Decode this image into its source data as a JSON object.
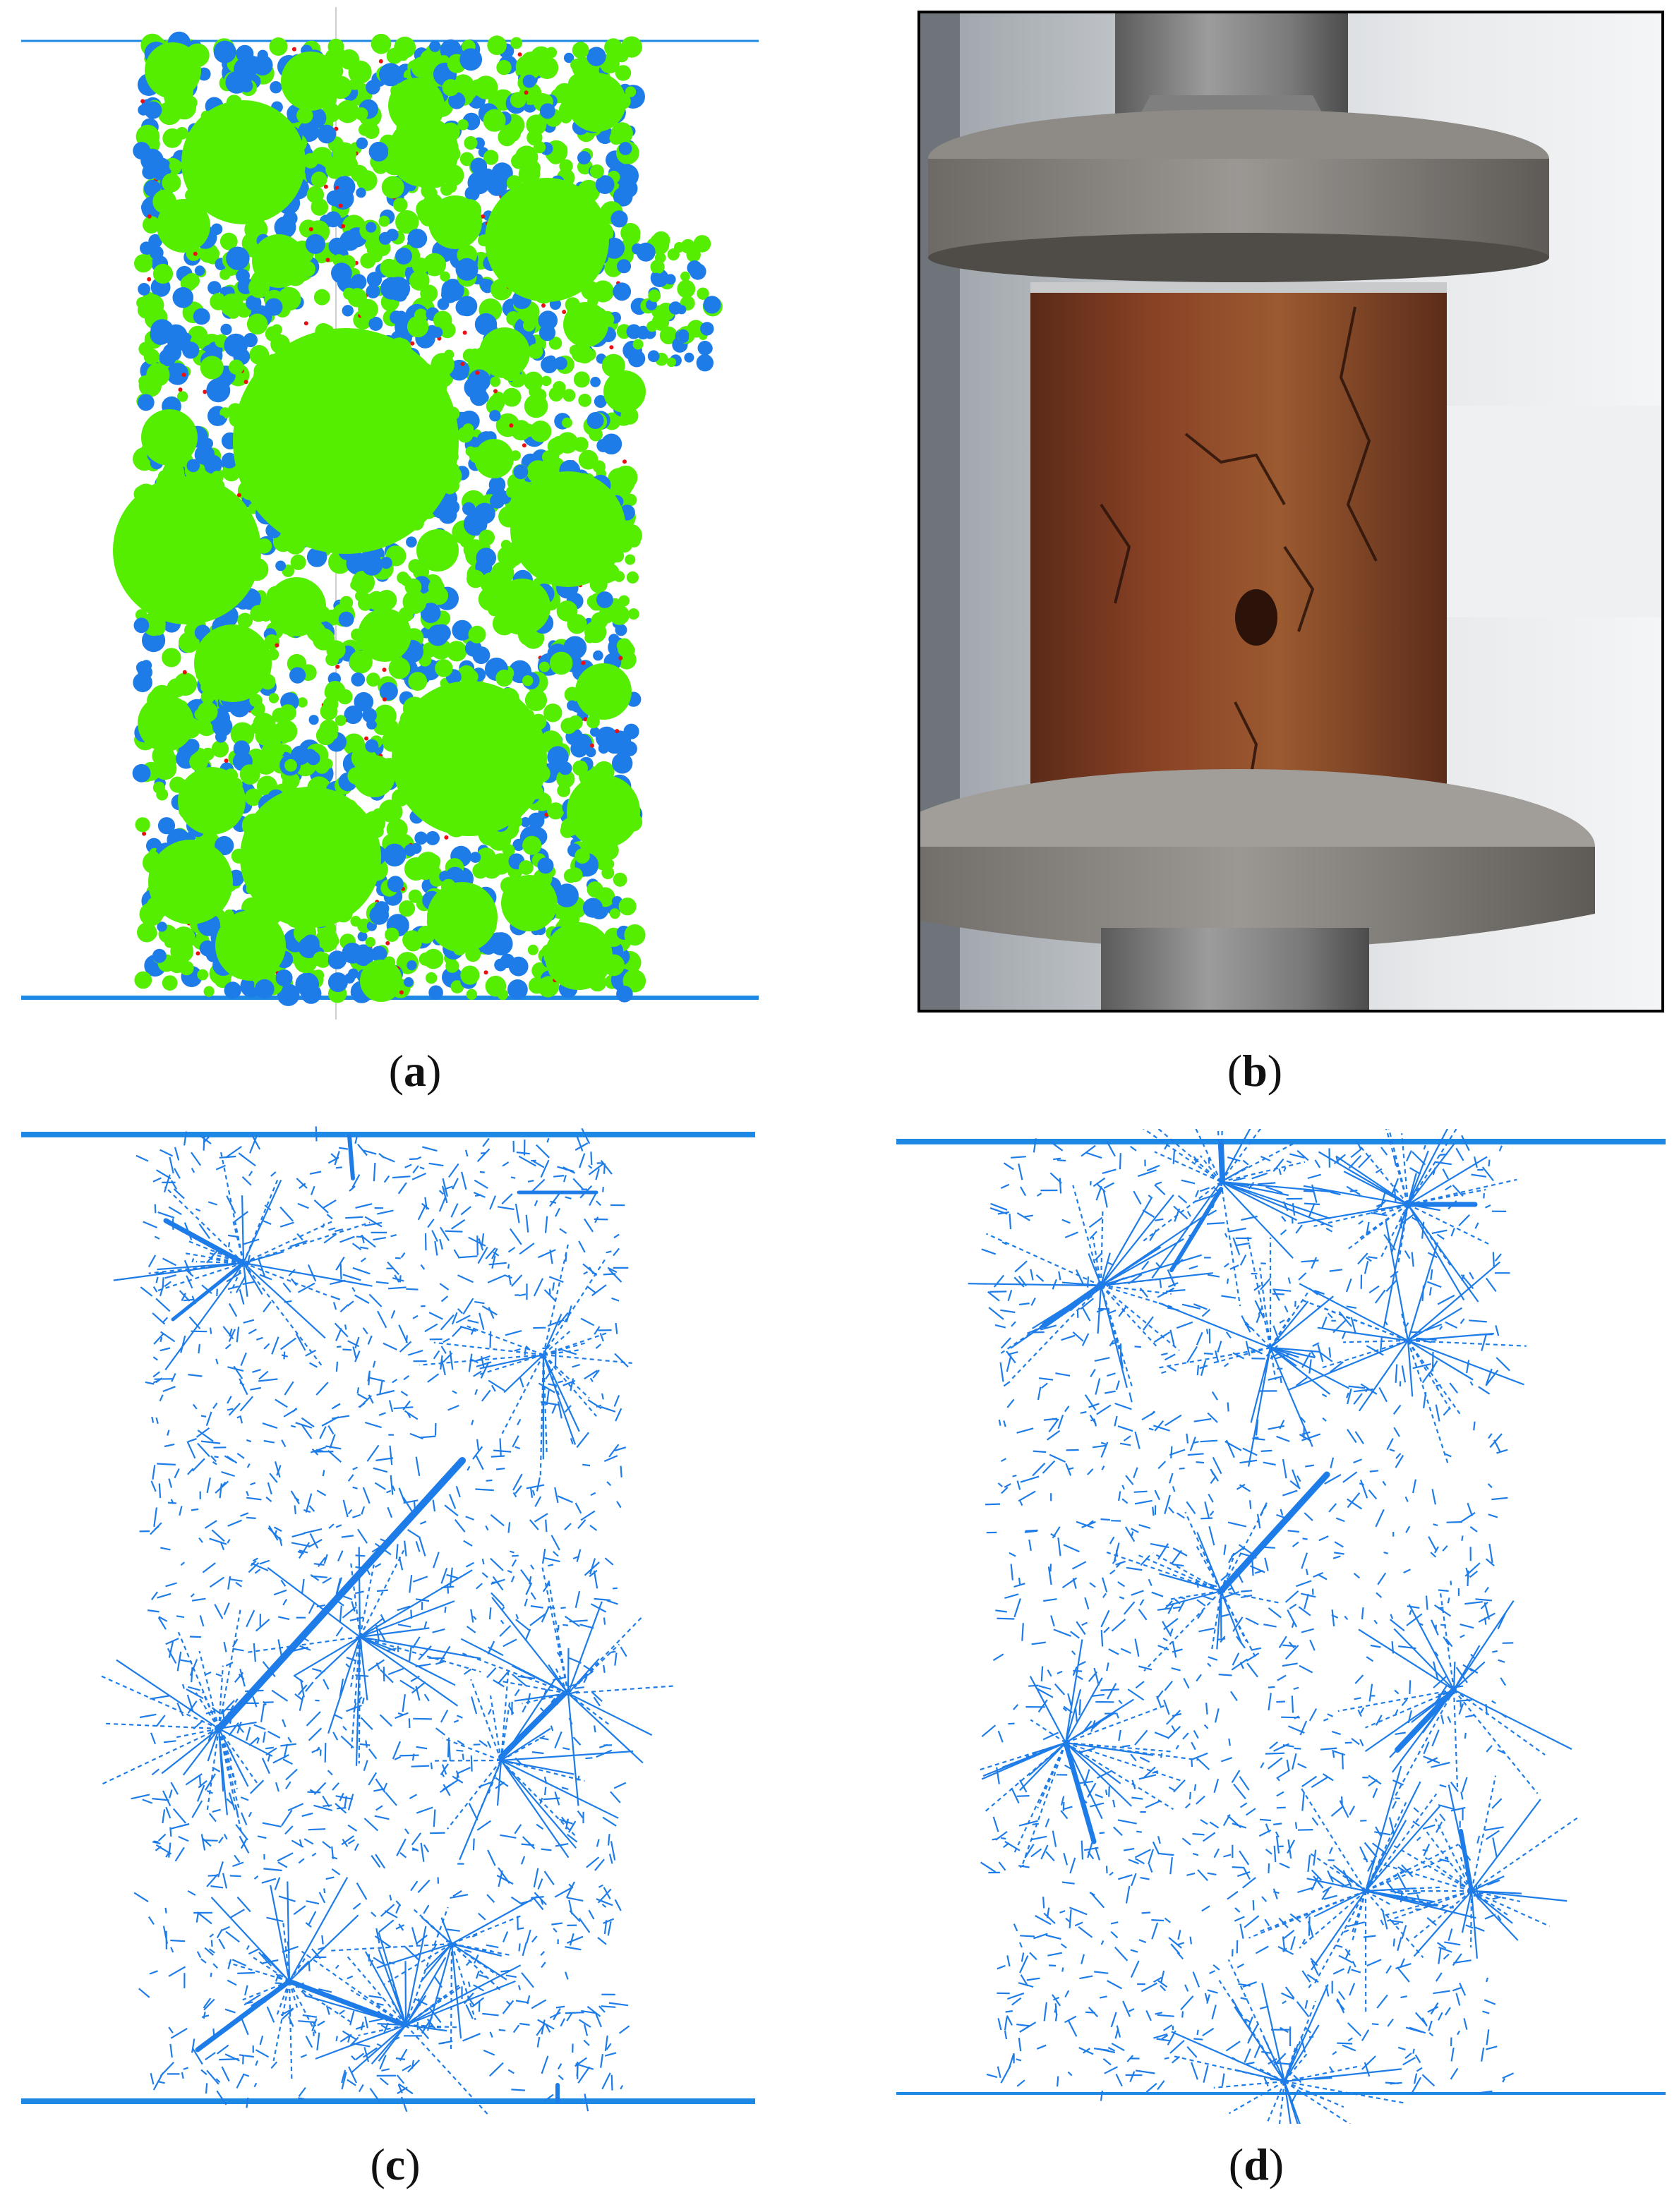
{
  "figure": {
    "panels": [
      {
        "id": "a",
        "label": "a",
        "kind": "particle-model",
        "colors": {
          "aggregate": "#55ee00",
          "mortar": "#1e7ce8",
          "contact": "#e81010",
          "platen": "#1e88e5"
        }
      },
      {
        "id": "b",
        "label": "b",
        "kind": "photograph"
      },
      {
        "id": "c",
        "label": "c",
        "kind": "crack-network",
        "colors": {
          "crack": "#1e7ce8"
        }
      },
      {
        "id": "d",
        "label": "d",
        "kind": "crack-network",
        "colors": {
          "crack": "#1e7ce8"
        }
      }
    ],
    "captions": {
      "a": {
        "open": "(",
        "letter": "a",
        "close": ")"
      },
      "b": {
        "open": "(",
        "letter": "b",
        "close": ")"
      },
      "c": {
        "open": "(",
        "letter": "c",
        "close": ")"
      },
      "d": {
        "open": "(",
        "letter": "d",
        "close": ")"
      }
    }
  }
}
